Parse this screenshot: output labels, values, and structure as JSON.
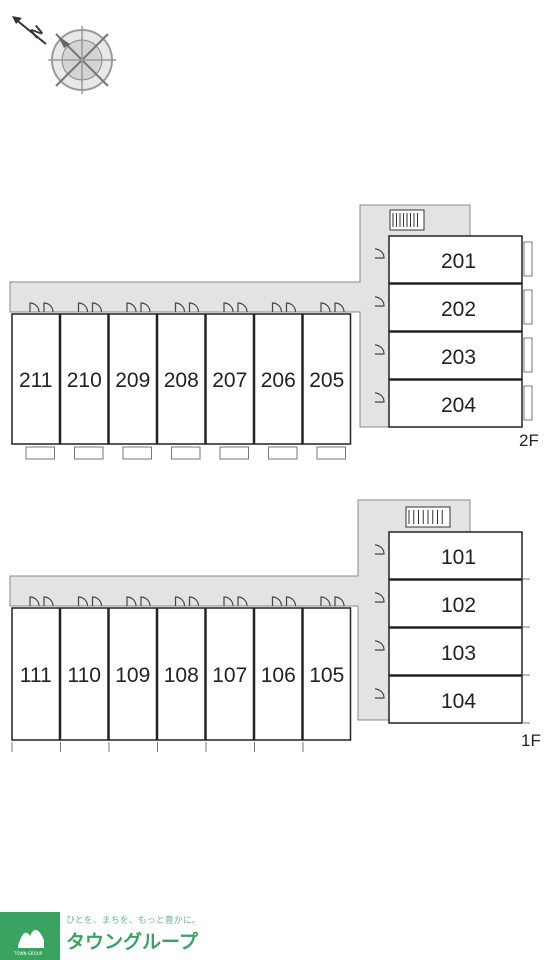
{
  "compass": {
    "north_label": "N",
    "icon": "compass-rose-icon"
  },
  "floors": [
    {
      "label": "2F",
      "rooms_row": [
        "211",
        "210",
        "209",
        "208",
        "207",
        "206",
        "205"
      ],
      "rooms_col": [
        "201",
        "202",
        "203",
        "204"
      ]
    },
    {
      "label": "1F",
      "rooms_row": [
        "111",
        "110",
        "109",
        "108",
        "107",
        "106",
        "105"
      ],
      "rooms_col": [
        "101",
        "102",
        "103",
        "104"
      ]
    }
  ],
  "brand": {
    "name": "タウングループ",
    "tagline": "ひとを、まちを、もっと豊かに。",
    "logo_small": "TOWN GROUP",
    "color": "#3aa362"
  }
}
